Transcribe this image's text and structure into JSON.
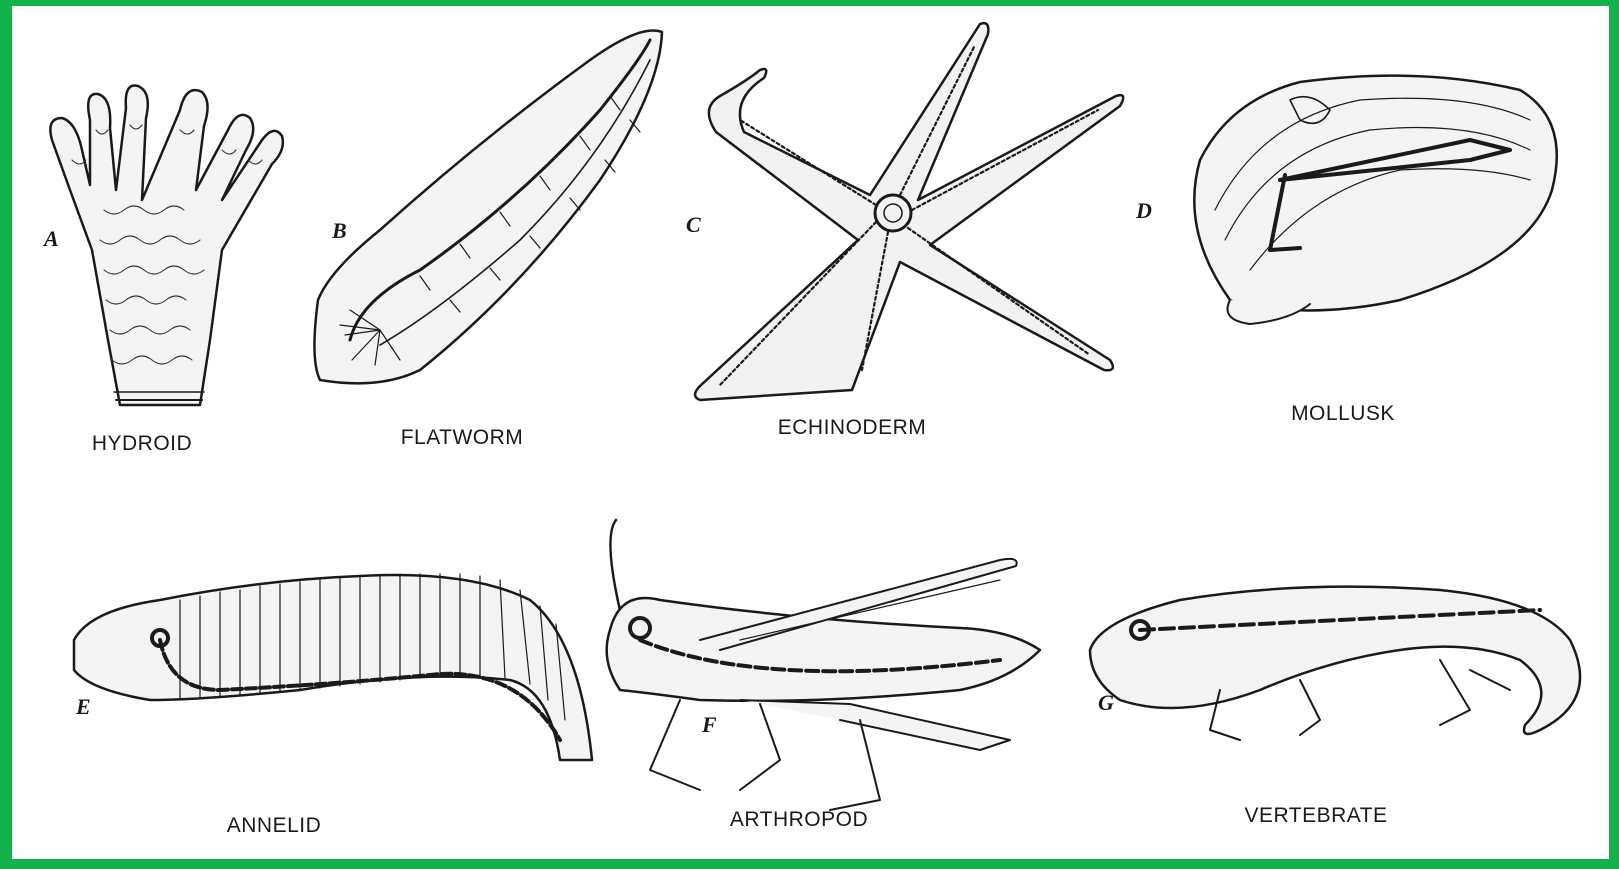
{
  "frame_color": "#14b24a",
  "panels": [
    {
      "letter": "A",
      "name": "HYDROID"
    },
    {
      "letter": "B",
      "name": "FLATWORM"
    },
    {
      "letter": "C",
      "name": "ECHINODERM"
    },
    {
      "letter": "D",
      "name": "MOLLUSK"
    },
    {
      "letter": "E",
      "name": "ANNELID"
    },
    {
      "letter": "F",
      "name": "ARTHROPOD"
    },
    {
      "letter": "G",
      "name": "VERTEBRATE"
    }
  ]
}
